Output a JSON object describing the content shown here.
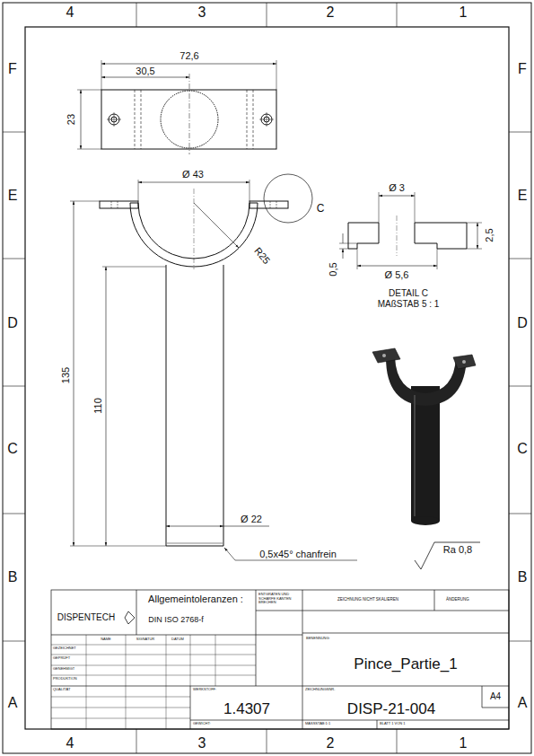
{
  "diagram": {
    "labels": [
      "4",
      "3",
      "2",
      "1",
      "4",
      "3",
      "2",
      "1",
      "F",
      "E",
      "D",
      "C",
      "B",
      "A",
      "F",
      "E",
      "D",
      "C",
      "B",
      "A",
      "72,6",
      "30,5",
      "23",
      "Ø 43",
      "R25",
      "135",
      "110",
      "Ø 22",
      "0,5x45° chanfrein",
      "C",
      "Ø 3",
      "2,5",
      "0,5",
      "Ø 5,6",
      "DETAIL C",
      "MAßSTAB 5 : 1",
      "Ra 0,8",
      "DISPENTECH",
      "Allgemeintoleranzen :",
      "DIN ISO 2768-f",
      "ENTGRATEN UND SCHARFE KANTEN BRECHEN",
      "ZEICHNUNG NICHT SKALIEREN",
      "ÄNDERUNG",
      "BENENNUNG:",
      "Pince_Partie_1",
      "NAME",
      "SIGNATUR",
      "DATUM",
      "GEZEICHNET",
      "GEPRÜFT",
      "GENEHMIGT",
      "PRODUKTION",
      "QUALITÄT",
      "WERKSTOFF:",
      "1.4307",
      "ZEICHNUNGSNR.",
      "DISP-21-004",
      "A4",
      "GEWICHT:",
      "MASSSTAB:1:1",
      "BLATT 1 VON 1"
    ]
  }
}
